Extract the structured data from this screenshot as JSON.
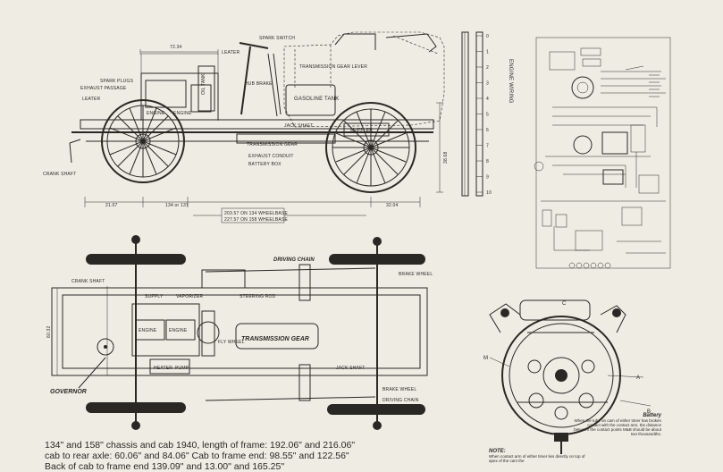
{
  "side_view": {
    "labels": {
      "spark_switch": "SPARK SWITCH",
      "dim_top": "72.34",
      "leater_top": "LEATER",
      "spark_plugs": "SPARK PLUGS",
      "exhaust_passage": "EXHAUST PASSAGE",
      "leater_left": "LEATER",
      "oil_tank": "OIL TANK",
      "hub_brake": "HUB BRAKE",
      "transmission_gear_lever": "TRANSMISSION GEAR LEVER",
      "gasoline_tank": "GASOLINE TANK",
      "engine_1": "ENGINE",
      "engine_2": "ENGINE",
      "jack_shaft": "JACK SHAFT",
      "muffler": "MUFFLER",
      "transmission_gear": "TRANSMISSION GEAR",
      "exhaust_conduit": "EXHAUST CONDUIT",
      "battery_box": "BATTERY BOX",
      "crank_shaft": "CRANK SHAFT",
      "dim_right": "38.68",
      "dim_bottom_left": "21.07",
      "dim_bottom_mid": "134 or 137",
      "dim_bottom_right": "32.04",
      "wheelbase_1": "203.57 ON 134 WHEELBASE",
      "wheelbase_2": "227.57 ON 158 WHEELBASE"
    }
  },
  "scale": {
    "ticks": [
      "0",
      "1",
      "2",
      "3",
      "4",
      "5",
      "6",
      "7",
      "8",
      "9",
      "10"
    ]
  },
  "wiring": {
    "title": "ENGINE WIRING"
  },
  "plan_view": {
    "labels": {
      "driving_chain_top": "DRIVING CHAIN",
      "brake_wheel_top": "BRAKE WHEEL",
      "crank_shaft": "CRANK SHAFT",
      "supply": "SUPPLY",
      "vaporizer": "VAPORIZER",
      "steering_rod": "STEERING ROD",
      "engine_1": "ENGINE",
      "engine_2": "ENGINE",
      "transmission_gear": "TRANSMISSION GEAR",
      "fly_wheel": "FLY WHEEL",
      "heater": "HEATER",
      "pump": "PUMP",
      "jack_shaft": "JACK SHAFT",
      "brake_wheel_bottom": "BRAKE WHEEL",
      "driving_chain_bottom": "DRIVING CHAIN",
      "governor": "GOVERNOR",
      "dim_width": "60.32"
    }
  },
  "engine_view": {
    "labels": {
      "c": "C",
      "m": "M",
      "a": "A",
      "b": "B"
    }
  },
  "caption": {
    "line1": "134\" and 158\" chassis and cab 1940, length of frame: 192.06\" and 216.06\"",
    "line2": "cab to rear axle: 60.06\" and 84.06\" Cab to frame end: 98.55\" and 122.56\"",
    "line3": "Back of cab to frame end 139.09\" and 13.00\" and 165.25\""
  },
  "note": {
    "heading": "NOTE:",
    "body": "When contact arm of either timer lies directly on top of apex of the cam the"
  },
  "battery_note": {
    "heading": "Battery",
    "body": "When the tube on cam of either timer has broken contact with the contact arm, the distance between the contact points M&B should be about two thousandths."
  }
}
